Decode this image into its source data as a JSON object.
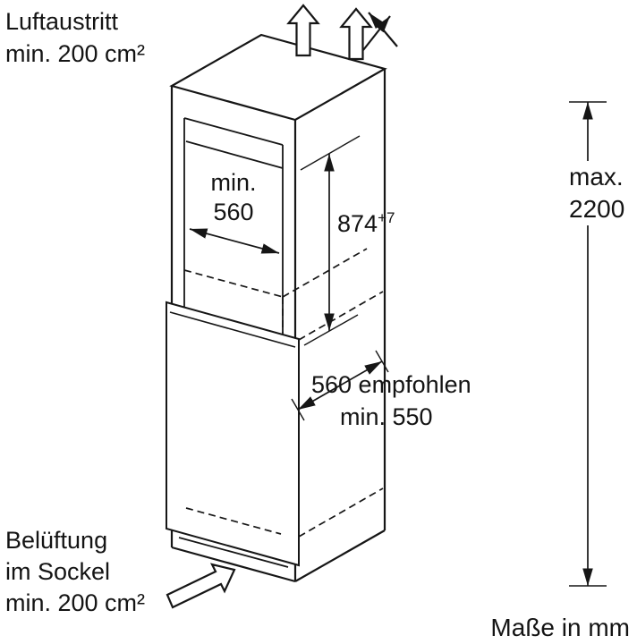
{
  "diagram": {
    "labels": {
      "air_outlet": {
        "line1": "Luftaustritt",
        "line2": "min. 200 cm²"
      },
      "base_vent": {
        "line1": "Belüftung",
        "line2": "im Sockel",
        "line3": "min. 200 cm²"
      },
      "units": "Maße in mm"
    },
    "dimensions": {
      "niche_width": {
        "line1": "min.",
        "line2": "560"
      },
      "niche_height": {
        "value": "874",
        "tolerance": "+7"
      },
      "max_height": {
        "line1": "max.",
        "line2": "2200"
      },
      "depth": {
        "line1": "560 empfohlen",
        "line2": "min. 550"
      }
    },
    "icons": {
      "air_outlet_arrow_left": "block-arrow-up",
      "air_outlet_arrow_right": "block-arrow-up",
      "air_deflect_arrows": "crossed-flow-arrows",
      "base_airflow_arrow": "block-arrow-angled-up-right"
    },
    "colors": {
      "line": "#161616",
      "background": "#ffffff"
    }
  }
}
